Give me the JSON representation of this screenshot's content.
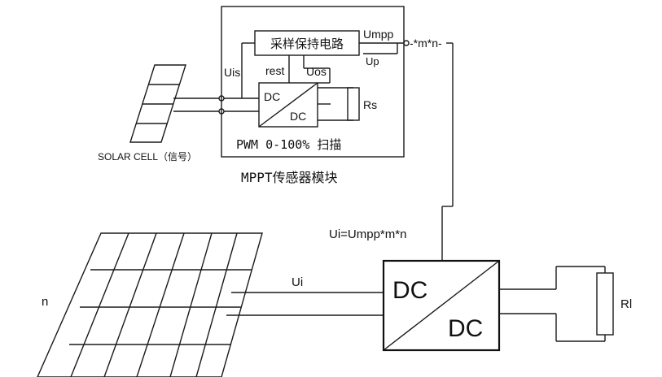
{
  "module": {
    "sample_hold": "采样保持电路",
    "umpp": "Umpp",
    "up": "Up",
    "uis": "Uis",
    "rest": "rest",
    "uos": "Uos",
    "dc_in": "DC",
    "dc_out": "DC",
    "rs": "Rs",
    "pwm": "PWM 0-100% 扫描",
    "caption": "MPPT传感器模块"
  },
  "solar_cell_label": "SOLAR CELL（信号）",
  "multiplier": "-*m*n-",
  "formula": "Ui=Umpp*m*n",
  "main": {
    "n_label": "n",
    "ui_label": "Ui",
    "dc_in": "DC",
    "dc_out": "DC",
    "rl": "Rl"
  }
}
